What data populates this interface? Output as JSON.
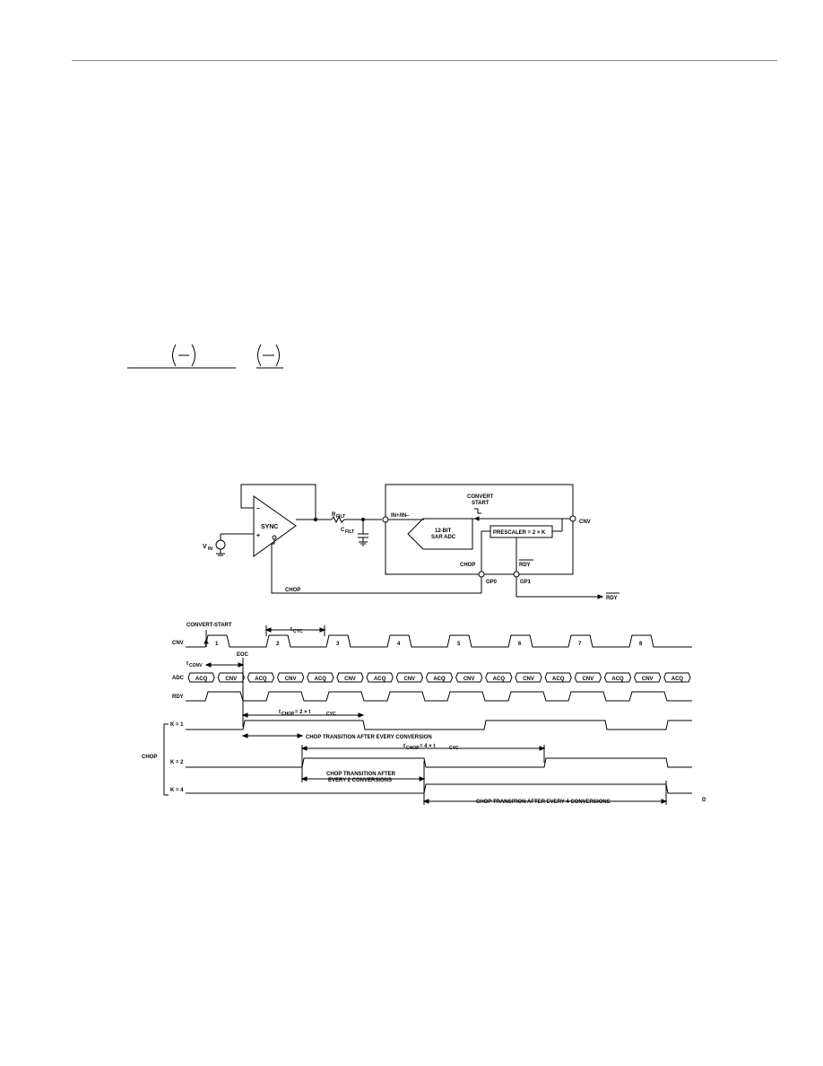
{
  "schematic": {
    "amp_label": "SYNC",
    "amp_minus": "−",
    "amp_plus": "+",
    "vin_main": "V",
    "vin_sub": "IN",
    "rfilt_main": "R",
    "rfilt_sub": "FILT",
    "cfilt_main": "C",
    "cfilt_sub": "FILT",
    "in_label": "IN+/IN–",
    "convert_start_1": "CONVERT",
    "convert_start_2": "START",
    "adc_line1": "12-BIT",
    "adc_line2": "SAR ADC",
    "prescaler": "PRESCALER = 2 × K",
    "cnv_pin": "CNV",
    "chop_label": "CHOP",
    "rdy_label": "RDY",
    "gp0": "GP0",
    "gp1": "GP1",
    "chop_line": "CHOP",
    "rdy_out": "RDY"
  },
  "timing": {
    "convert_start": "CONVERT-START",
    "tcyc_main": "t",
    "tcyc_sub": "CYC",
    "eoc": "EOC",
    "tconv_main": "t",
    "tconv_sub": "CONV",
    "row_cnv": "CNV",
    "row_adc": "ADC",
    "row_rdy": "RDY",
    "chop": "CHOP",
    "k1": "K = 1",
    "k2": "K = 2",
    "k4": "K = 4",
    "pulse_numbers": [
      "1",
      "2",
      "3",
      "4",
      "5",
      "6",
      "7",
      "8"
    ],
    "adc_states": [
      "ACQ",
      "CNV",
      "ACQ",
      "CNV",
      "ACQ",
      "CNV",
      "ACQ",
      "CNV",
      "ACQ",
      "CNV",
      "ACQ",
      "CNV",
      "ACQ",
      "CNV",
      "ACQ",
      "CNV",
      "ACQ"
    ],
    "tchop1_main": "t",
    "tchop1_sub": "CHOP",
    "tchop1_rest": " = 2 × t",
    "tchop1_sub2": "CYC",
    "note_k1": "CHOP TRANSITION AFTER EVERY CONVERSION",
    "tchop2_main": "t",
    "tchop2_sub": "CHOP",
    "tchop2_rest": " = 4 × t",
    "tchop2_sub2": "CYC",
    "note_k2_line1": "CHOP TRANSITION AFTER",
    "note_k2_line2": "EVERY 2 CONVERSIONS",
    "note_k4": "CHOP TRANSITION AFTER EVERY 4 CONVERSIONS",
    "figure_id": "ID"
  }
}
